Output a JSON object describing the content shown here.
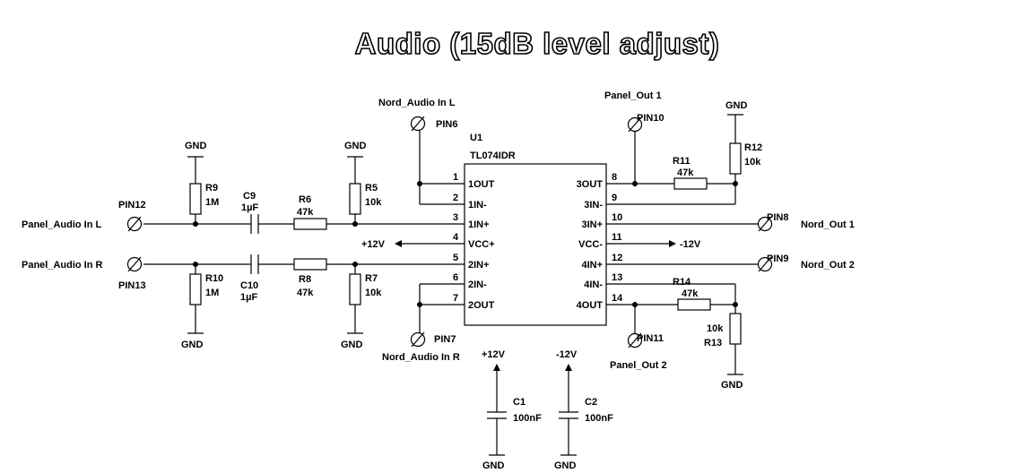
{
  "title": "Audio (15dB level adjust)",
  "ic": {
    "ref": "U1",
    "part": "TL074IDR",
    "pins_left": [
      {
        "num": "1",
        "name": "1OUT"
      },
      {
        "num": "2",
        "name": "1IN-"
      },
      {
        "num": "3",
        "name": "1IN+"
      },
      {
        "num": "4",
        "name": "VCC+"
      },
      {
        "num": "5",
        "name": "2IN+"
      },
      {
        "num": "6",
        "name": "2IN-"
      },
      {
        "num": "7",
        "name": "2OUT"
      }
    ],
    "pins_right": [
      {
        "num": "8",
        "name": "3OUT"
      },
      {
        "num": "9",
        "name": "3IN-"
      },
      {
        "num": "10",
        "name": "3IN+"
      },
      {
        "num": "11",
        "name": "VCC-"
      },
      {
        "num": "12",
        "name": "4IN+"
      },
      {
        "num": "13",
        "name": "4IN-"
      },
      {
        "num": "14",
        "name": "4OUT"
      }
    ]
  },
  "connectors": {
    "pin12": {
      "pin": "PIN12",
      "net": "Panel_Audio In L"
    },
    "pin13": {
      "pin": "PIN13",
      "net": "Panel_Audio In R"
    },
    "pin6": {
      "pin": "PIN6",
      "net": "Nord_Audio In L"
    },
    "pin7": {
      "pin": "PIN7",
      "net": "Nord_Audio In R"
    },
    "pin10": {
      "pin": "PIN10",
      "net": "Panel_Out 1"
    },
    "pin11": {
      "pin": "PIN11",
      "net": "Panel_Out 2"
    },
    "pin8": {
      "pin": "PIN8",
      "net": "Nord_Out 1"
    },
    "pin9": {
      "pin": "PIN9",
      "net": "Nord_Out 2"
    }
  },
  "parts": {
    "r9": {
      "ref": "R9",
      "value": "1M"
    },
    "r10": {
      "ref": "R10",
      "value": "1M"
    },
    "c9": {
      "ref": "C9",
      "value": "1µF"
    },
    "c10": {
      "ref": "C10",
      "value": "1µF"
    },
    "r6": {
      "ref": "R6",
      "value": "47k"
    },
    "r8": {
      "ref": "R8",
      "value": "47k"
    },
    "r5": {
      "ref": "R5",
      "value": "10k"
    },
    "r7": {
      "ref": "R7",
      "value": "10k"
    },
    "r11": {
      "ref": "R11",
      "value": "47k"
    },
    "r12": {
      "ref": "R12",
      "value": "10k"
    },
    "r14": {
      "ref": "R14",
      "value": "47k"
    },
    "r13": {
      "ref": "R13",
      "value": "10k"
    },
    "c1": {
      "ref": "C1",
      "value": "100nF"
    },
    "c2": {
      "ref": "C2",
      "value": "100nF"
    }
  },
  "nets": {
    "gnd": "GND",
    "vpos": "+12V",
    "vneg": "-12V"
  }
}
